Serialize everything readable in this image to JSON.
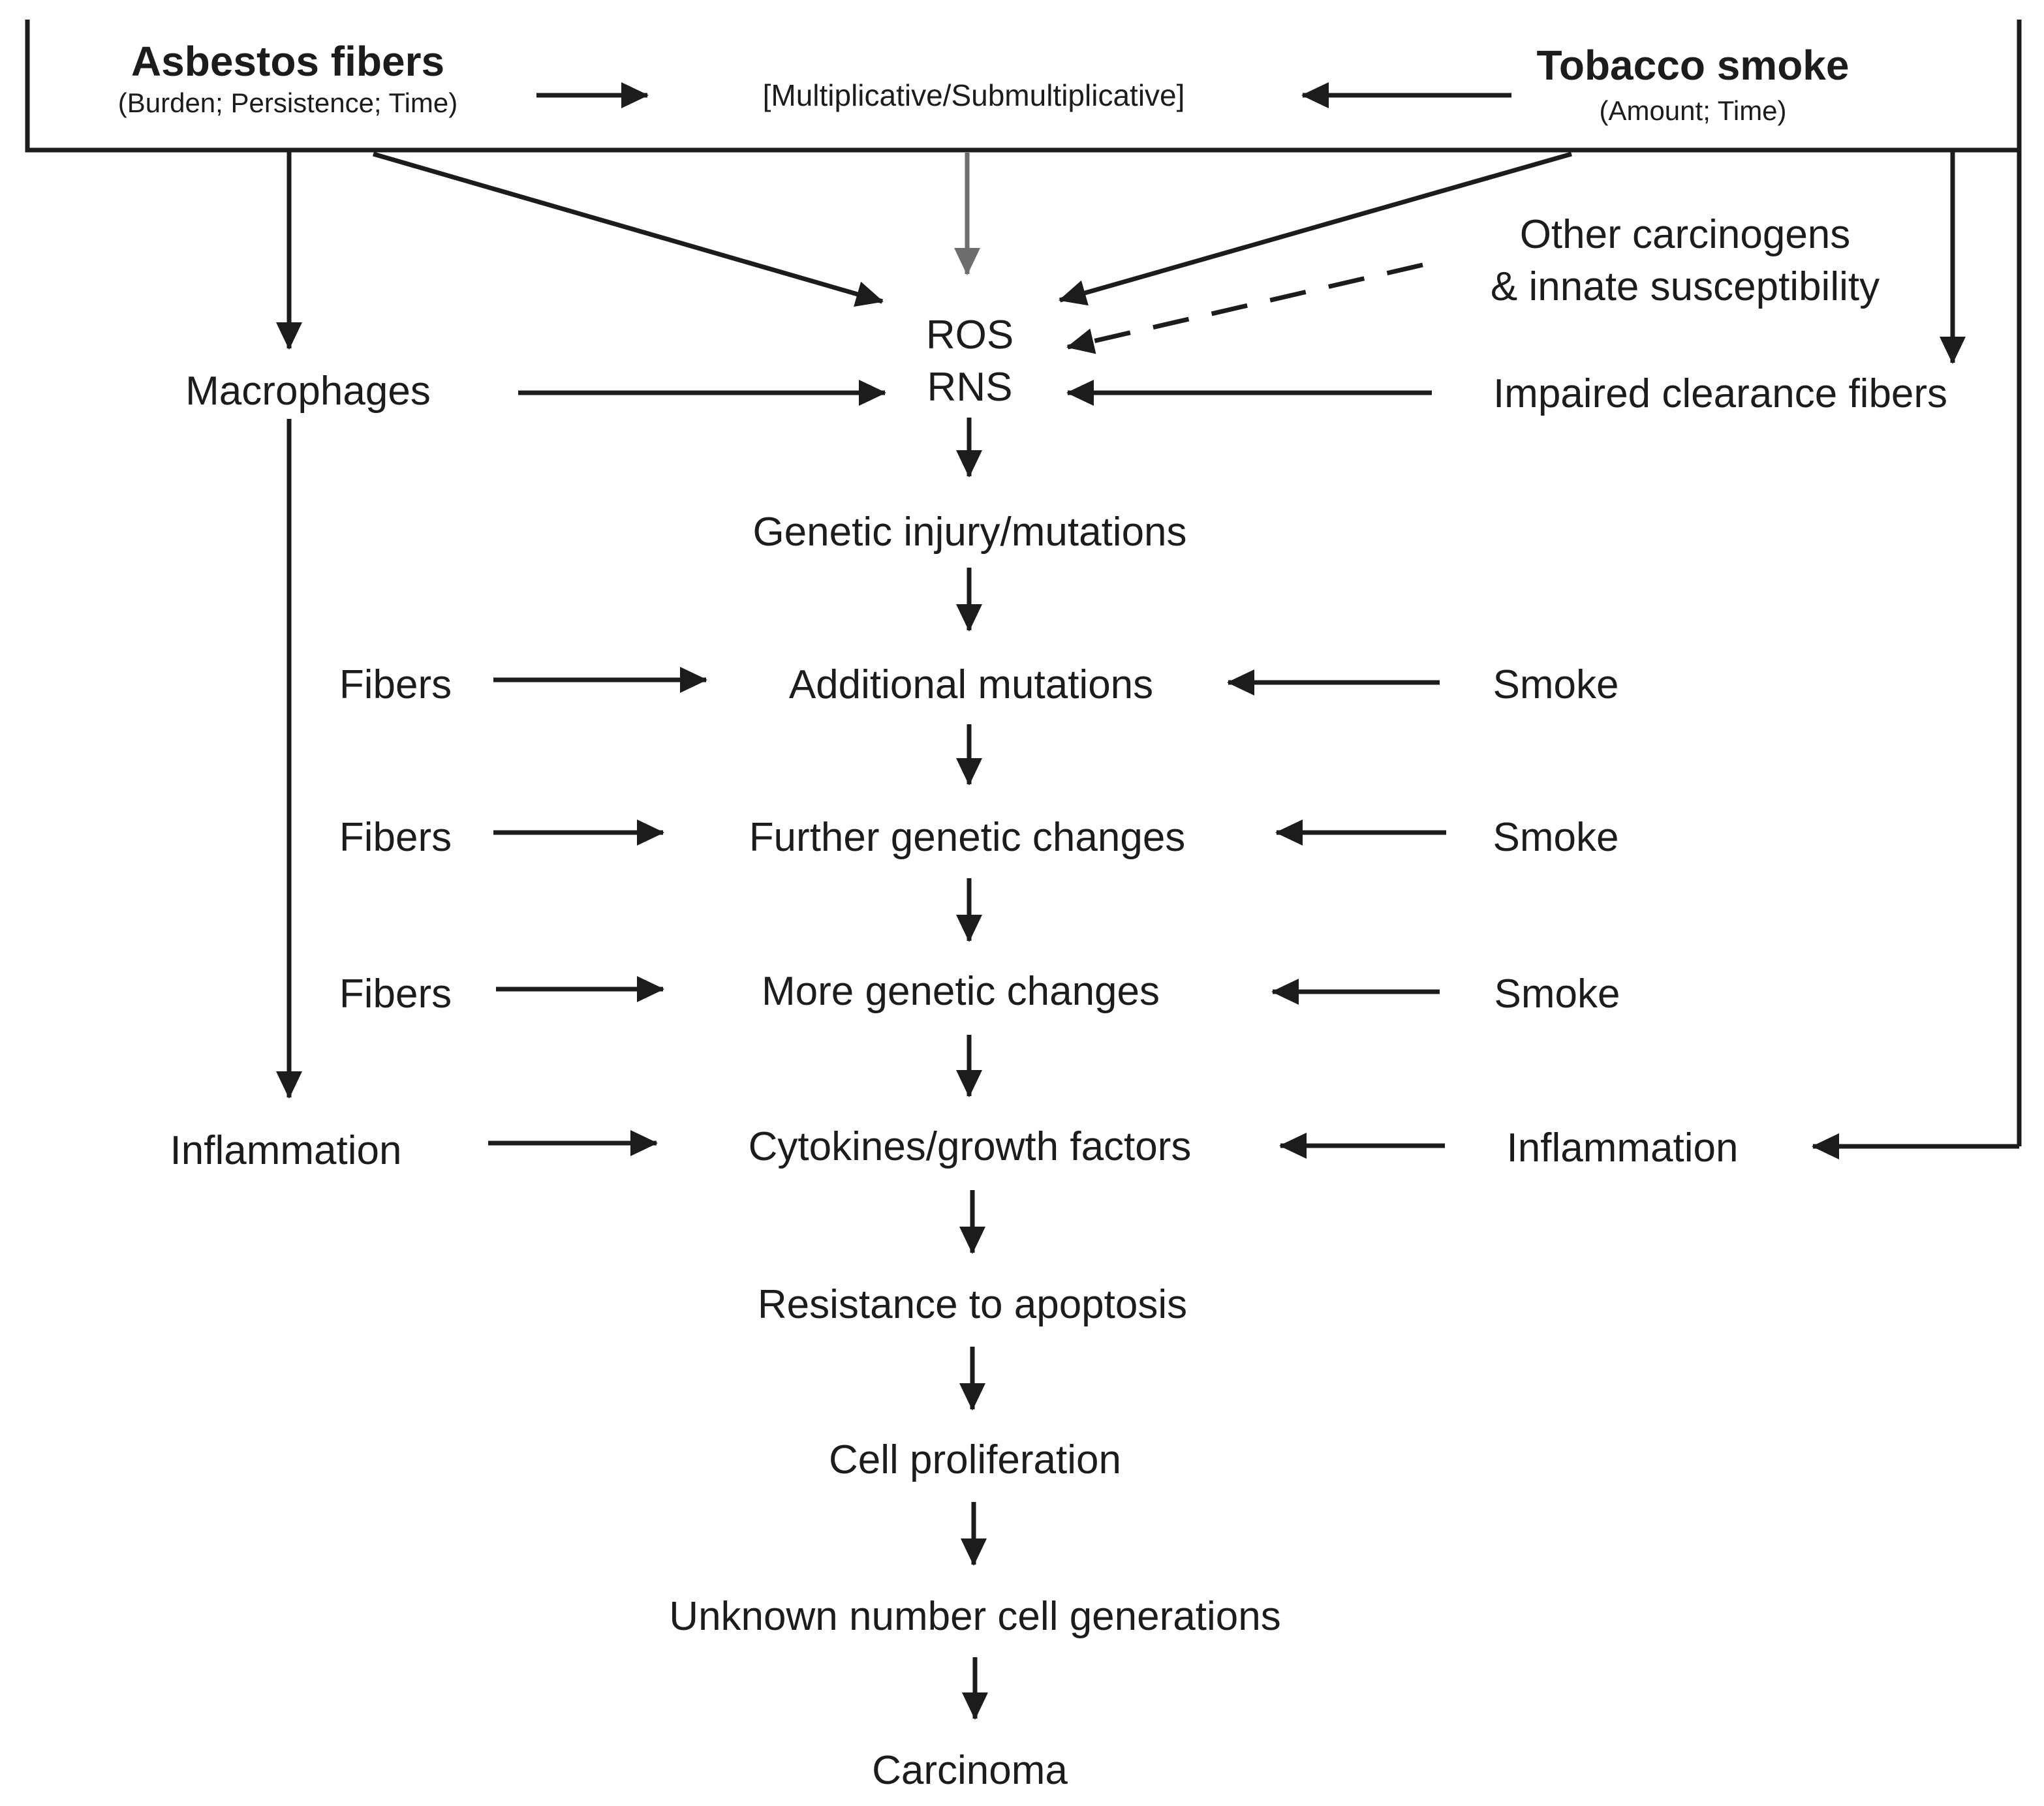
{
  "diagram": {
    "top_box": {
      "asbestos_title": "Asbestos fibers",
      "asbestos_sub": "(Burden; Persistence; Time)",
      "interaction": "[Multiplicative/Submultiplicative]",
      "tobacco_title": "Tobacco smoke",
      "tobacco_sub": "(Amount; Time)"
    },
    "nodes": {
      "other_carcinogens_line1": "Other carcinogens",
      "other_carcinogens_line2": "& innate susceptibility",
      "ros": "ROS",
      "rns": "RNS",
      "macrophages": "Macrophages",
      "impaired_clearance": "Impaired clearance fibers",
      "genetic_injury": "Genetic injury/mutations",
      "additional_mutations": "Additional mutations",
      "further_changes": "Further genetic changes",
      "more_changes": "More genetic changes",
      "cytokines": "Cytokines/growth factors",
      "resistance_apoptosis": "Resistance to apoptosis",
      "cell_proliferation": "Cell proliferation",
      "cell_generations": "Unknown number cell generations",
      "carcinoma": "Carcinoma"
    },
    "side_labels": {
      "fibers": [
        "Fibers",
        "Fibers",
        "Fibers"
      ],
      "smoke": [
        "Smoke",
        "Smoke",
        "Smoke"
      ],
      "inflammation_left": "Inflammation",
      "inflammation_right": "Inflammation"
    },
    "colors": {
      "ink": "#1c1c1c",
      "grey_arrow": "#6e6e6e",
      "background": "#ffffff"
    }
  }
}
